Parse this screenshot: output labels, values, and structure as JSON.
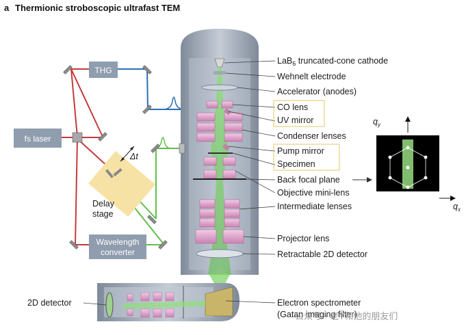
{
  "panel_letter": "a",
  "title": "Thermionic stroboscopic ultrafast TEM",
  "boxes": {
    "thg": "THG",
    "fs_laser": "fs laser",
    "wavelength_converter": [
      "Wavelength",
      "converter"
    ]
  },
  "delay": {
    "label": [
      "Delay",
      "stage"
    ],
    "dt": "Δt"
  },
  "labels": {
    "cathode_prefix": "LaB",
    "cathode_sub": "6",
    "cathode_suffix": " truncated-cone cathode",
    "wehnelt": "Wehnelt electrode",
    "accelerator": "Accelerator (anodes)",
    "co_lens": "CO lens",
    "uv_mirror": "UV mirror",
    "condenser": "Condenser lenses",
    "pump_mirror": "Pump mirror",
    "specimen": "Specimen",
    "back_focal_plane": "Back focal plane",
    "objective": "Objective mini-lens",
    "intermediate": "Intermediate lenses",
    "projector": "Projector lens",
    "retractable": "Retractable 2D detector",
    "detector_2d": "2D detector",
    "spectrometer": [
      "Electron spectrometer",
      "(Gatan imaging filter)"
    ]
  },
  "diffraction": {
    "qy": "q",
    "qy_sub": "y",
    "qx": "q",
    "qx_sub": "x"
  },
  "watermark": "公众号 · 老Y和他的朋友们",
  "colors": {
    "red_beam": "#c43a3a",
    "blue_beam": "#2a6db5",
    "green_beam": "#5fbf4a",
    "lens": "#e7b3d6",
    "column": "#9aa6b8",
    "box": "#8f9dae"
  }
}
